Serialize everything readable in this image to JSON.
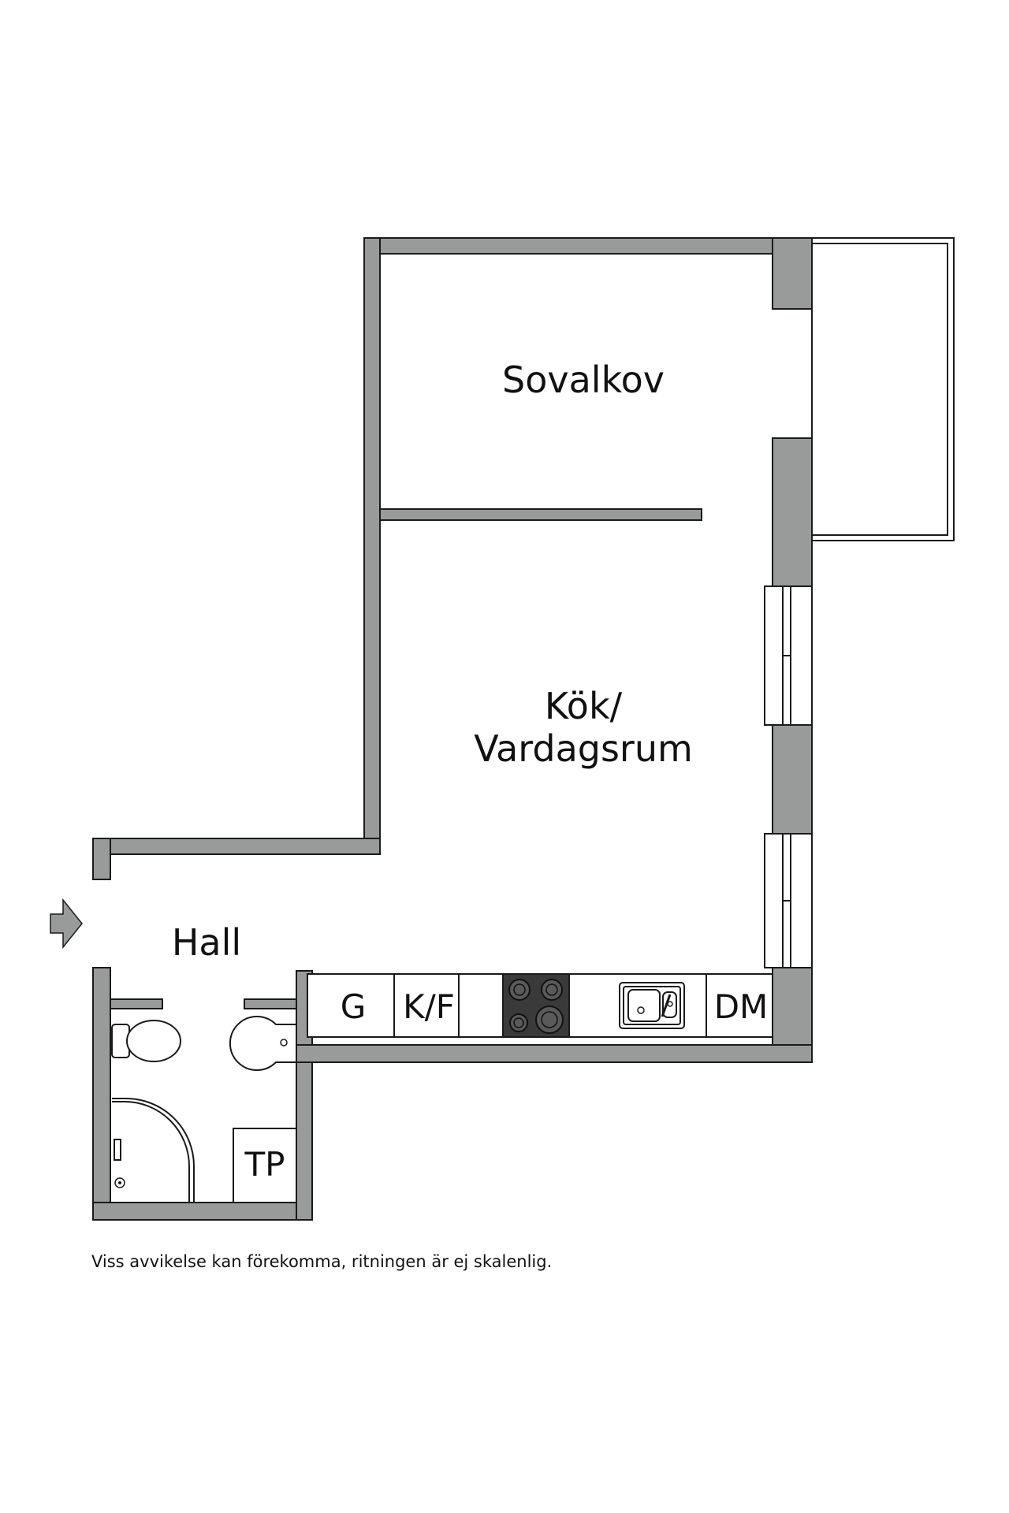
{
  "rooms": {
    "bedroom": "Sovalkov",
    "kitchen_line1": "Kök/",
    "kitchen_line2": "Vardagsrum",
    "hall": "Hall"
  },
  "appliances": {
    "stove": "G",
    "fridge_freezer": "K/F",
    "dishwasher": "DM",
    "washing_machine": "TP"
  },
  "note": "Viss avvikelse kan förekomma, ritningen är ej skalenlig.",
  "colors": {
    "wall": "#999b9b",
    "line": "#1a1a1a",
    "hob": "#3a3a3a"
  },
  "icons": [
    "entrance-arrow-icon",
    "toilet-icon",
    "washbasin-icon",
    "shower-icon",
    "hob-icon",
    "sink-icon"
  ]
}
